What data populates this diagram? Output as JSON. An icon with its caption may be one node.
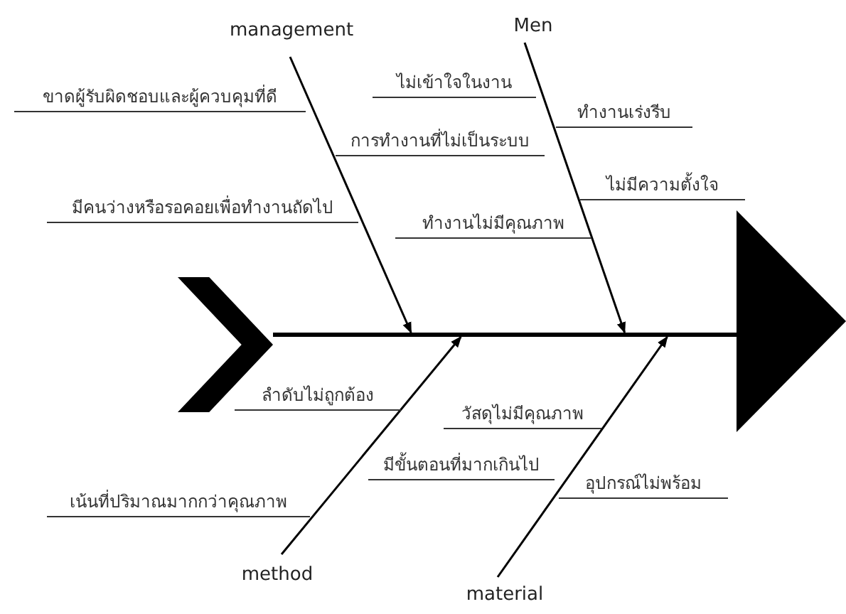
{
  "diagram": {
    "nodes": [
      {
        "text": [
          "management"
        ]
      },
      {
        "text": [
          "Men"
        ]
      },
      {
        "text": [
          "method"
        ]
      },
      {
        "text": [
          "material"
        ]
      },
      {
        "text": [],
        "shape": "chevron"
      },
      {
        "text": [],
        "shape": "triangle"
      },
      {
        "text": [],
        "shape": "bar"
      },
      {
        "text": [
          "ขาดผู้รับผิดชอบและผู้ควบคุมที่ดี"
        ]
      },
      {
        "text": [
          "ไม่เข้าใจในงาน"
        ]
      },
      {
        "text": [
          "ทำงานเร่งรีบ"
        ]
      },
      {
        "text": [
          "การทำงานที่ไม่เป็นระบบ"
        ]
      },
      {
        "text": [
          "ไม่มีความตั้งใจ"
        ]
      },
      {
        "text": [
          "มีคนว่างหรือรอคอยเพื่อทำงานถัดไป"
        ]
      },
      {
        "text": [
          "ทำงานไม่มีคุณภาพ"
        ]
      },
      {
        "text": [
          "ลำดับไม่ถูกต้อง"
        ]
      },
      {
        "text": [
          "วัสดุไม่มีคุณภาพ"
        ]
      },
      {
        "text": [
          "มีขั้นตอนที่มากเกินไป"
        ]
      },
      {
        "text": [
          "อุปกรณ์ไม่พร้อม"
        ]
      },
      {
        "text": [
          "เน้นที่ปริมาณมากกว่าคุณภาพ"
        ]
      }
    ],
    "edges": [
      {
        "from": 0,
        "to": 6,
        "arrow": "to"
      },
      {
        "from": 1,
        "to": 6,
        "arrow": "to"
      },
      {
        "from": 2,
        "to": 6,
        "arrow": "to"
      },
      {
        "from": 3,
        "to": 6,
        "arrow": "to"
      }
    ]
  }
}
